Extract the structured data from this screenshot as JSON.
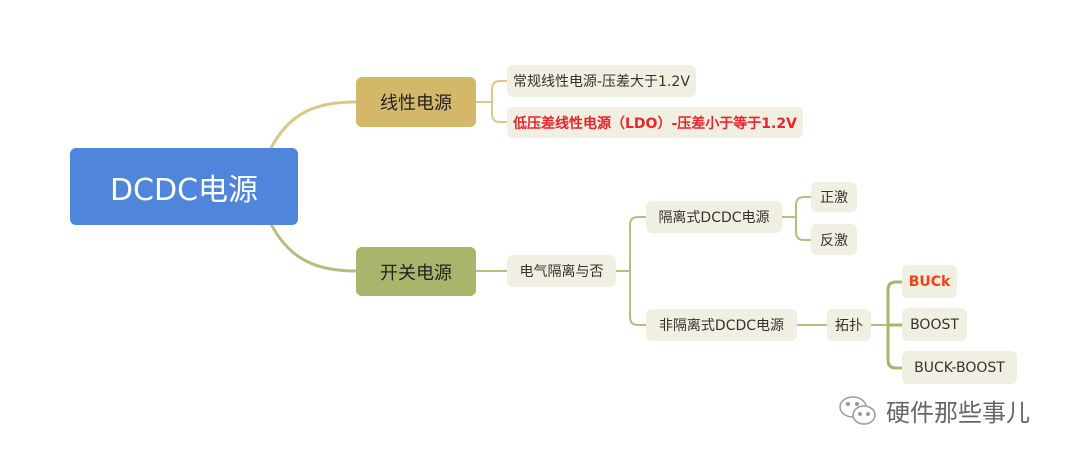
{
  "root": "DCDC电源",
  "linear": {
    "label": "线性电源",
    "children": [
      "常规线性电源-压差大于1.2V",
      "低压差线性电源（LDO）-压差小于等于1.2V"
    ]
  },
  "switching": {
    "label": "开关电源",
    "child": "电气隔离与否",
    "isolated": {
      "label": "隔离式DCDC电源",
      "children": [
        "正激",
        "反激"
      ]
    },
    "nonisolated": {
      "label": "非隔离式DCDC电源",
      "topology": "拓扑",
      "children": [
        "BUCk",
        "BOOST",
        "BUCK-BOOST"
      ]
    }
  },
  "watermark": "硬件那些事儿",
  "colors": {
    "root": "#4f86db",
    "linear": "#d4b86a",
    "switching": "#aab46a",
    "highlight": "#e8262c"
  }
}
